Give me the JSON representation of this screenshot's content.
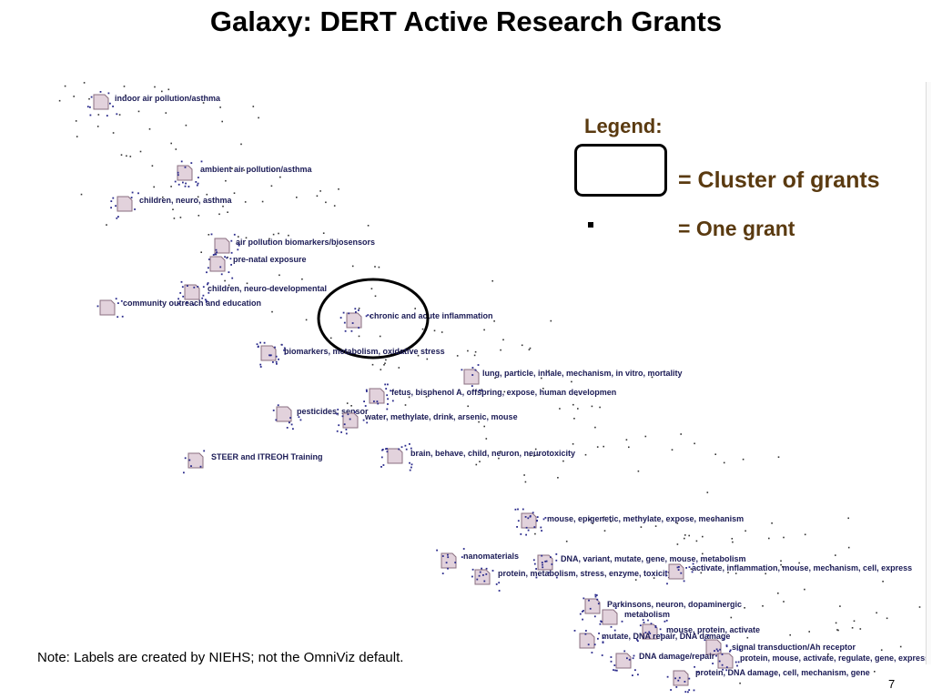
{
  "title": "Galaxy: DERT Active Research Grants",
  "legend": {
    "title": "Legend:",
    "cluster_text": "= Cluster of grants",
    "grant_text": "= One grant"
  },
  "note": "Note: Labels are created by NIEHS; not the OmniViz default.",
  "page_number": "7",
  "colors": {
    "cluster_fill": "#e2d2dc",
    "cluster_stroke": "#8a6f80",
    "grant_dot": "#2b2b8c",
    "legend_text": "#5a3a10",
    "highlight_ring": "#000000"
  },
  "clusters": [
    {
      "label": "indoor air pollution/asthma"
    },
    {
      "label": "ambient air pollution/asthma"
    },
    {
      "label": "children, neuro, asthma"
    },
    {
      "label": "air pollution biomarkers/biosensors"
    },
    {
      "label": "pre-natal exposure"
    },
    {
      "label": "children, neuro-developmental"
    },
    {
      "label": "community outreach and education"
    },
    {
      "label": "chronic and acute inflammation",
      "highlighted": true
    },
    {
      "label": "biomarkers, metabolism, oxidative stress"
    },
    {
      "label": "lung, particle, inhale, mechanism, in vitro, mortality"
    },
    {
      "label": "fetus, bisphenol A, offspring, expose, human developmen"
    },
    {
      "label": "pesticides, sensor"
    },
    {
      "label": "water, methylate, drink, arsenic, mouse"
    },
    {
      "label": "STEER and ITREOH Training"
    },
    {
      "label": "brain, behave, child, neuron, neurotoxicity"
    },
    {
      "label": "mouse, epigenetic, methylate, expose, mechanism"
    },
    {
      "label": "nanomaterials"
    },
    {
      "label": "DNA, variant, mutate, gene, mouse, metabolism"
    },
    {
      "label": "protein, metabolism, stress, enzyme, toxicity"
    },
    {
      "label": "activate, inflammation, mouse, mechanism, cell, express"
    },
    {
      "label": "Parkinsons, neuron, dopaminergic"
    },
    {
      "label": "metabolism"
    },
    {
      "label": "mouse, protein, activate"
    },
    {
      "label": "mutate, DNA repair, DNA damage"
    },
    {
      "label": "signal transduction/Ah receptor"
    },
    {
      "label": "DNA damage/repair"
    },
    {
      "label": "protein, mouse, activate, regulate, gene, express"
    },
    {
      "label": "protein, DNA damage, cell, mechanism, gene"
    }
  ]
}
